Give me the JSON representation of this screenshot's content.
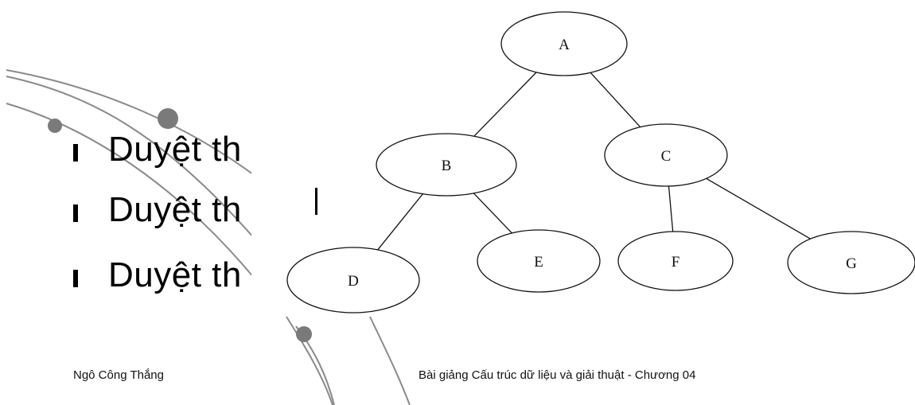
{
  "bullets": [
    {
      "text": "Duyệt th"
    },
    {
      "text": "Duyệt th"
    },
    {
      "text": "Duyệt th"
    }
  ],
  "tree": {
    "nodes": [
      {
        "id": "A",
        "label": "A"
      },
      {
        "id": "B",
        "label": "B"
      },
      {
        "id": "C",
        "label": "C"
      },
      {
        "id": "D",
        "label": "D"
      },
      {
        "id": "E",
        "label": "E"
      },
      {
        "id": "F",
        "label": "F"
      },
      {
        "id": "G",
        "label": "G"
      }
    ],
    "edges": [
      [
        "A",
        "B"
      ],
      [
        "A",
        "C"
      ],
      [
        "B",
        "D"
      ],
      [
        "B",
        "E"
      ],
      [
        "C",
        "F"
      ],
      [
        "C",
        "G"
      ]
    ]
  },
  "footer": {
    "author": "Ngô Công Thắng",
    "course": "Bài giảng Cấu trúc dữ liệu và giải thuật  -  Chương 04"
  },
  "colors": {
    "ink": "#111111",
    "deco_line": "#8a8a8a",
    "deco_dot": "#7a7a7a"
  }
}
